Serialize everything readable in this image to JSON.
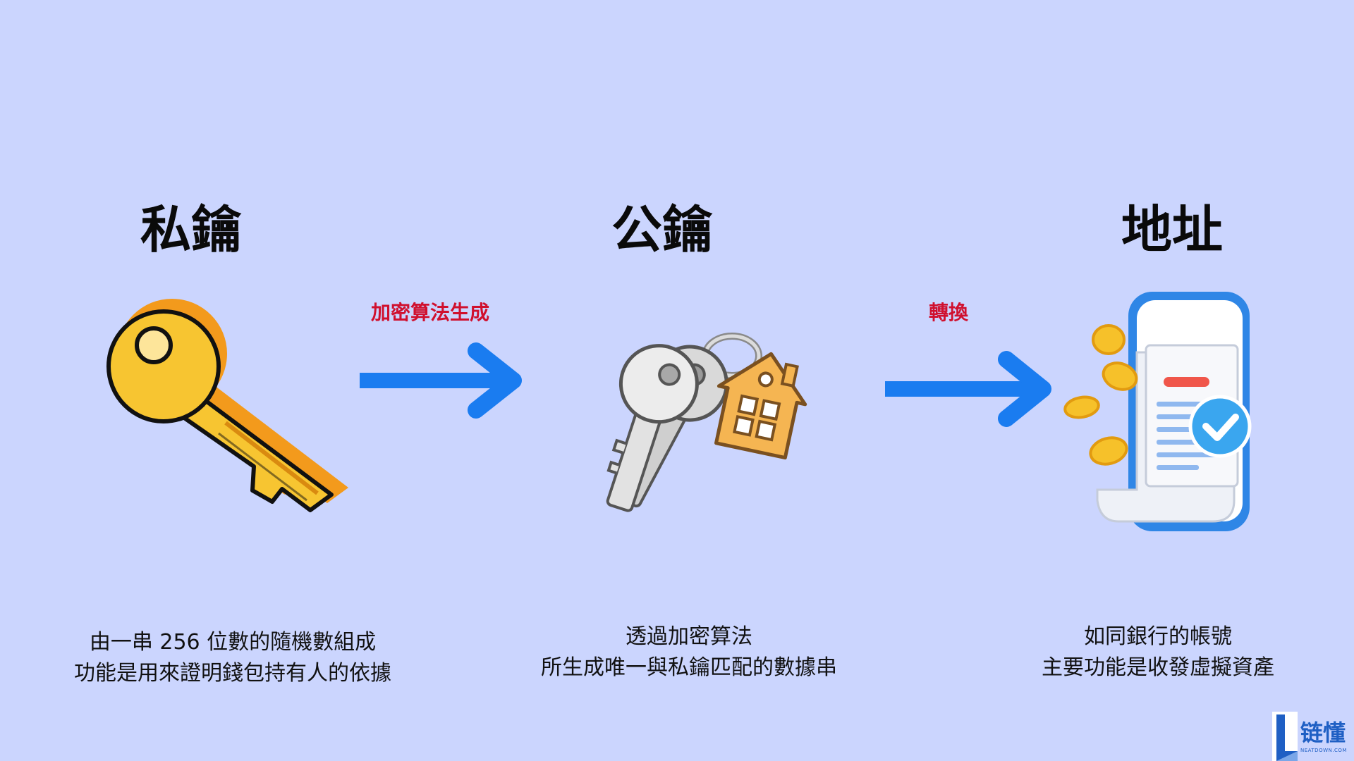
{
  "nodes": [
    {
      "title": "私鑰",
      "description": [
        "由一串 256 位數的隨機數組成",
        "功能是用來證明錢包持有人的依據"
      ]
    },
    {
      "title": "公鑰",
      "description": [
        "透過加密算法",
        "所生成唯一與私鑰匹配的數據串"
      ]
    },
    {
      "title": "地址",
      "description": [
        "如同銀行的帳號",
        "主要功能是收發虛擬資產"
      ]
    }
  ],
  "edges": [
    {
      "label": "加密算法生成"
    },
    {
      "label": "轉換"
    }
  ],
  "watermark": {
    "name": "链懂",
    "domain": "NEATDOWN.COM"
  },
  "colors": {
    "background": "#cbd5fe",
    "arrow": "#1a7cf0",
    "edge_label": "#d0102e",
    "key_gold": "#f7c531",
    "key_shadow": "#f39a1c"
  },
  "icons": [
    "gold-key-icon",
    "house-keychain-icon",
    "phone-receipt-coins-icon"
  ]
}
